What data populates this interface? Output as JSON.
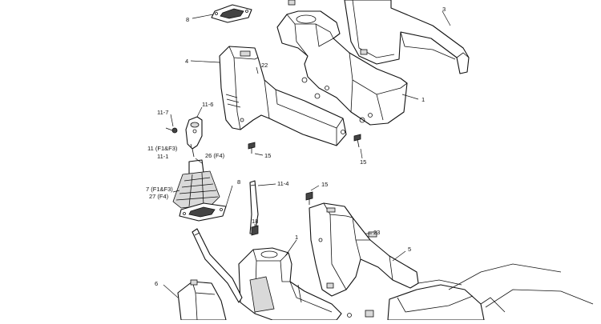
{
  "labels": {
    "l3": "3",
    "l8_top": "8",
    "l4": "4",
    "l22": "22",
    "l1_top": "1",
    "l11_7": "11-7",
    "l11_6": "11-6",
    "l11_f1f3": "11 (F1&F3)",
    "l11_1": "11-1",
    "l15_a": "15",
    "l15_b": "15",
    "l26_f4": "26 (F4)",
    "l7_f1f3": "7 (F1&F3)",
    "l27_f4": "27 (F4)",
    "l8_mid": "8",
    "l11_4": "11-4",
    "l15_c": "15",
    "l18": "18",
    "l23": "23",
    "l5": "5",
    "l1_mid": "1",
    "l6": "6"
  }
}
